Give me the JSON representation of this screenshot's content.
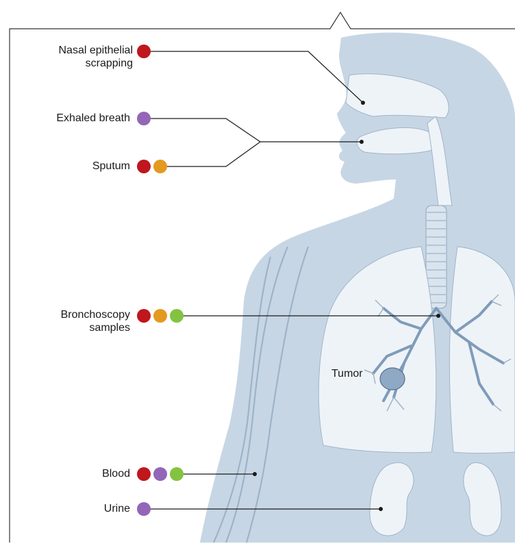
{
  "colors": {
    "red": "#c0161d",
    "purple": "#9366b8",
    "orange": "#e39a1f",
    "green": "#84c341",
    "body_fill": "#c7d6e4",
    "organ_fill": "#eef3f8",
    "leader_line": "#1a1a1a"
  },
  "samples": [
    {
      "key": "nasal",
      "line1": "Nasal epithelial",
      "line2": "scrapping",
      "markers": [
        "red"
      ]
    },
    {
      "key": "breath",
      "line1": "Exhaled breath",
      "markers": [
        "purple"
      ]
    },
    {
      "key": "sputum",
      "line1": "Sputum",
      "markers": [
        "red",
        "orange"
      ]
    },
    {
      "key": "bronchoscopy",
      "line1": "Bronchoscopy",
      "line2": "samples",
      "markers": [
        "red",
        "orange",
        "green"
      ]
    },
    {
      "key": "blood",
      "line1": "Blood",
      "markers": [
        "red",
        "purple",
        "green"
      ]
    },
    {
      "key": "urine",
      "line1": "Urine",
      "markers": [
        "purple"
      ]
    }
  ],
  "tumor_label": "Tumor"
}
